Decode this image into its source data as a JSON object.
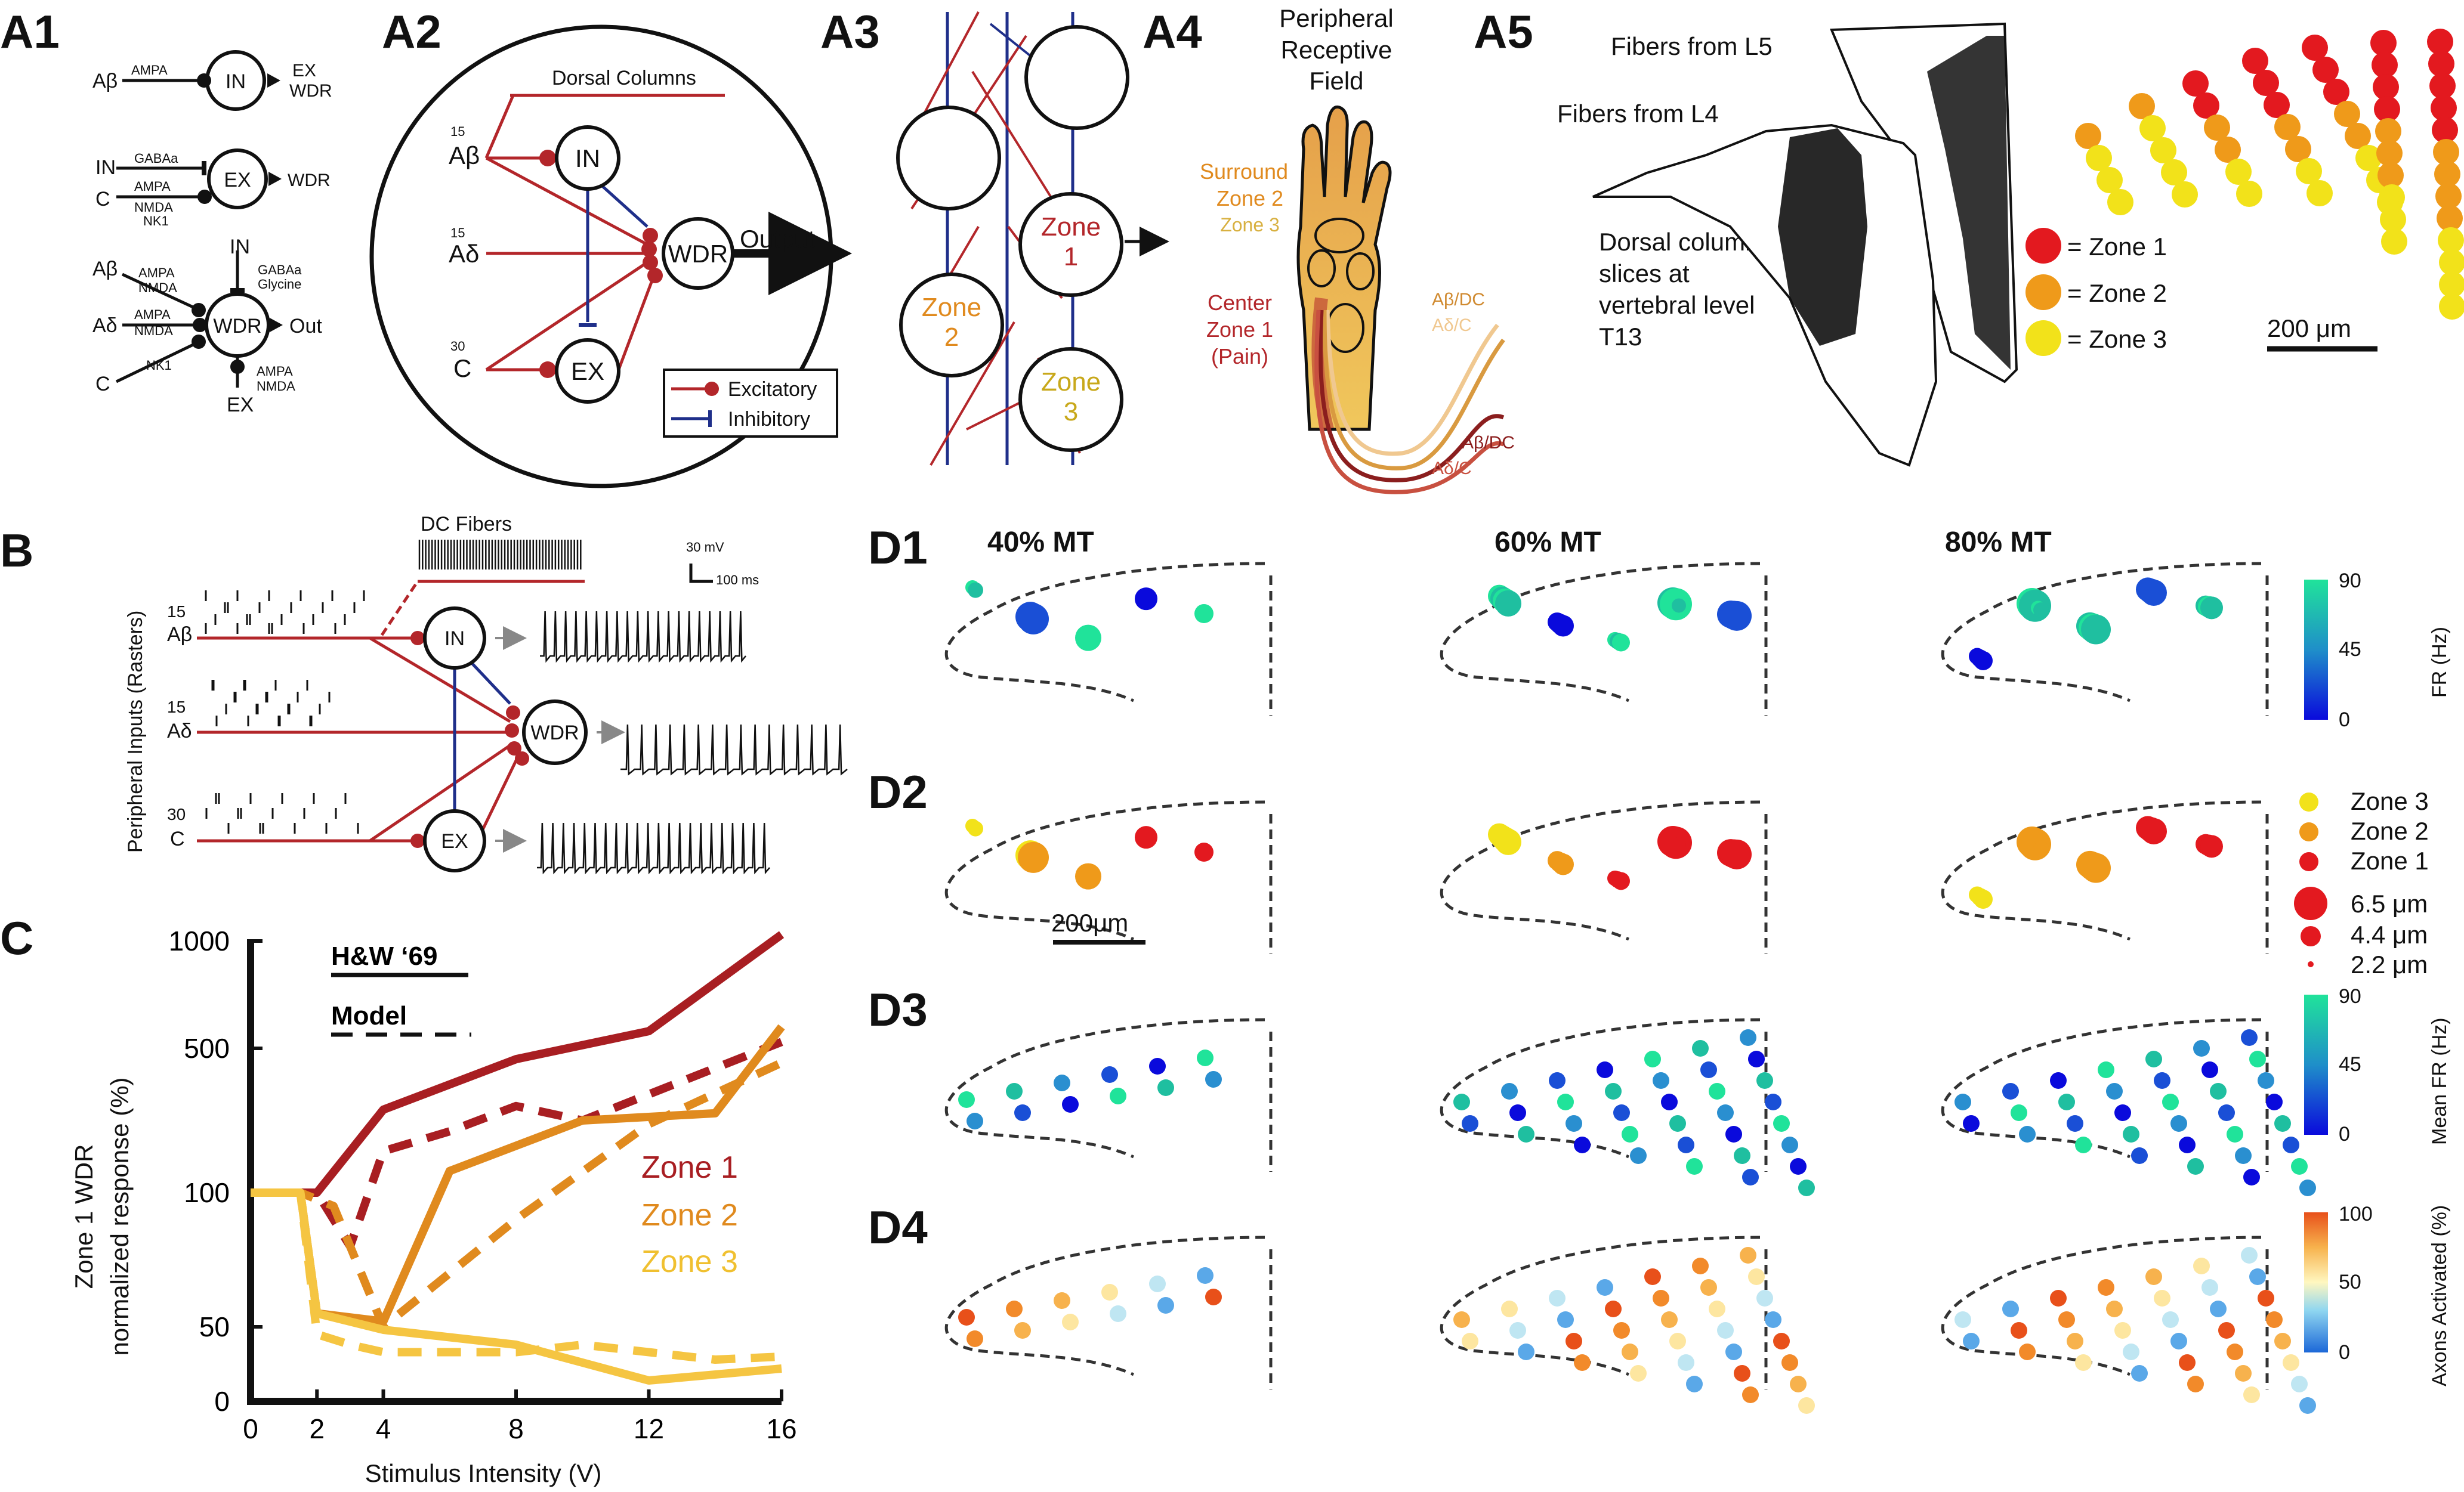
{
  "panels": {
    "A1": "A1",
    "A2": "A2",
    "A3": "A3",
    "A4": "A4",
    "A5": "A5",
    "B": "B",
    "C": "C",
    "D1": "D1",
    "D2": "D2",
    "D3": "D3",
    "D4": "D4"
  },
  "a1": {
    "in_node": "IN",
    "ex_node": "EX",
    "wdr_node": "WDR",
    "r1_input": "Aβ",
    "r1_receptor": "AMPA",
    "r1_out1": "EX",
    "r1_out2": "WDR",
    "r2_in1": "IN",
    "r2_rec1": "GABAa",
    "r2_in2": "C",
    "r2_rec2a": "AMPA",
    "r2_rec2b": "NMDA",
    "r2_rec2c": "NK1",
    "r2_out": "WDR",
    "r3_ab": "Aβ",
    "r3_ab_rec1": "AMPA",
    "r3_ab_rec2": "NMDA",
    "r3_ad": "Aδ",
    "r3_ad_rec1": "AMPA",
    "r3_ad_rec2": "NMDA",
    "r3_c": "C",
    "r3_c_rec": "NK1",
    "r3_in": "IN",
    "r3_in_rec1": "GABAa",
    "r3_in_rec2": "Glycine",
    "r3_ex": "EX",
    "r3_ex_rec1": "AMPA",
    "r3_ex_rec2": "NMDA",
    "r3_out": "Out"
  },
  "a2": {
    "dorsal_columns": "Dorsal Columns",
    "ab": "Aβ",
    "ab_n": "15",
    "ad": "Aδ",
    "ad_n": "15",
    "c": "C",
    "c_n": "30",
    "in": "IN",
    "wdr": "WDR",
    "ex": "EX",
    "output": "Output",
    "legend_exc": "Excitatory",
    "legend_inh": "Inhibitory"
  },
  "a3": {
    "zone1": "Zone",
    "zone1n": "1",
    "zone2": "Zone",
    "zone2n": "2",
    "zone3": "Zone",
    "zone3n": "3"
  },
  "a4": {
    "title1": "Peripheral",
    "title2": "Receptive",
    "title3": "Field",
    "surround": "Surround",
    "zone2": "Zone 2",
    "zone3": "Zone 3",
    "center": "Center",
    "zone1": "Zone 1",
    "pain": "(Pain)",
    "f1": "Aβ/DC",
    "f2": "Aδ/C",
    "f3": "Aβ/DC",
    "f4": "Aδ/C"
  },
  "a5": {
    "l5": "Fibers from L5",
    "l4": "Fibers from L4",
    "desc1": "Dorsal column",
    "desc2": "slices at",
    "desc3": "vertebral level",
    "desc4": "T13",
    "zone1": "= Zone 1",
    "zone2": "= Zone 2",
    "zone3": "= Zone 3",
    "scale": "200 μm"
  },
  "b": {
    "dc": "DC Fibers",
    "scale_mv": "30 mV",
    "scale_ms": "100 ms",
    "ylabel": "Peripheral Inputs (Rasters)",
    "ab": "Aβ",
    "ab_n": "15",
    "ad": "Aδ",
    "ad_n": "15",
    "c": "C",
    "c_n": "30",
    "in": "IN",
    "wdr": "WDR",
    "ex": "EX"
  },
  "chart_data": {
    "type": "line",
    "xlabel": "Stimulus Intensity (V)",
    "ylabel1": "Zone 1 WDR",
    "ylabel2": "normalized response (%)",
    "x_ticks": [
      "0",
      "2",
      "4",
      "8",
      "12",
      "16"
    ],
    "y_ticks": [
      "0",
      "50",
      "100",
      "500",
      "1000"
    ],
    "legend_hw": "H&W ‘69",
    "legend_model": "Model",
    "series": [
      {
        "name": "Zone 1",
        "color": "#a81e22",
        "style": "solid",
        "x": [
          0,
          2,
          4,
          8,
          12,
          16
        ],
        "y": [
          100,
          100,
          330,
          470,
          580,
          1030
        ]
      },
      {
        "name": "Zone 1",
        "color": "#a81e22",
        "style": "dashed",
        "x": [
          0,
          2,
          3,
          4,
          6,
          8,
          10,
          16
        ],
        "y": [
          100,
          100,
          80,
          215,
          270,
          340,
          300,
          530
        ]
      },
      {
        "name": "Zone 2",
        "color": "#e08a1e",
        "style": "solid",
        "x": [
          0,
          1.5,
          2,
          4,
          6,
          10,
          14,
          16
        ],
        "y": [
          100,
          100,
          55,
          52,
          160,
          300,
          320,
          600
        ]
      },
      {
        "name": "Zone 2",
        "color": "#e08a1e",
        "style": "dashed",
        "x": [
          0,
          1.5,
          2.5,
          4,
          8,
          12,
          16
        ],
        "y": [
          100,
          100,
          95,
          50,
          90,
          290,
          460
        ]
      },
      {
        "name": "Zone 3",
        "color": "#f5c542",
        "style": "solid",
        "x": [
          0,
          1.5,
          2,
          4,
          8,
          12,
          16
        ],
        "y": [
          100,
          100,
          55,
          48,
          38,
          14,
          22
        ]
      },
      {
        "name": "Zone 3",
        "color": "#f5c542",
        "style": "dashed",
        "x": [
          0,
          1.5,
          2,
          3,
          4,
          8,
          10,
          14,
          16
        ],
        "y": [
          100,
          100,
          45,
          38,
          33,
          33,
          38,
          28,
          30
        ]
      }
    ],
    "annotations": [
      "Zone 1",
      "Zone 2",
      "Zone 3"
    ]
  },
  "d": {
    "col1": "40% MT",
    "col2": "60% MT",
    "col3": "80% MT",
    "fr_label": "FR (Hz)",
    "fr_ticks": [
      "90",
      "45",
      "0"
    ],
    "mfr_label": "Mean FR (Hz)",
    "mfr_ticks": [
      "90",
      "45",
      "0"
    ],
    "ax_label": "Axons Activated (%)",
    "ax_ticks": [
      "100",
      "50",
      "0"
    ],
    "zone3": "Zone 3",
    "zone2": "Zone 2",
    "zone1": "Zone 1",
    "s1": "6.5 μm",
    "s2": "4.4 μm",
    "s3": "2.2 μm",
    "scale": "200μm"
  },
  "colors": {
    "zone1": "#e3191f",
    "zone2": "#ef9a1a",
    "zone3": "#f2e21a",
    "excitatory": "#b3262a",
    "inhibitory": "#1f2f8a"
  }
}
